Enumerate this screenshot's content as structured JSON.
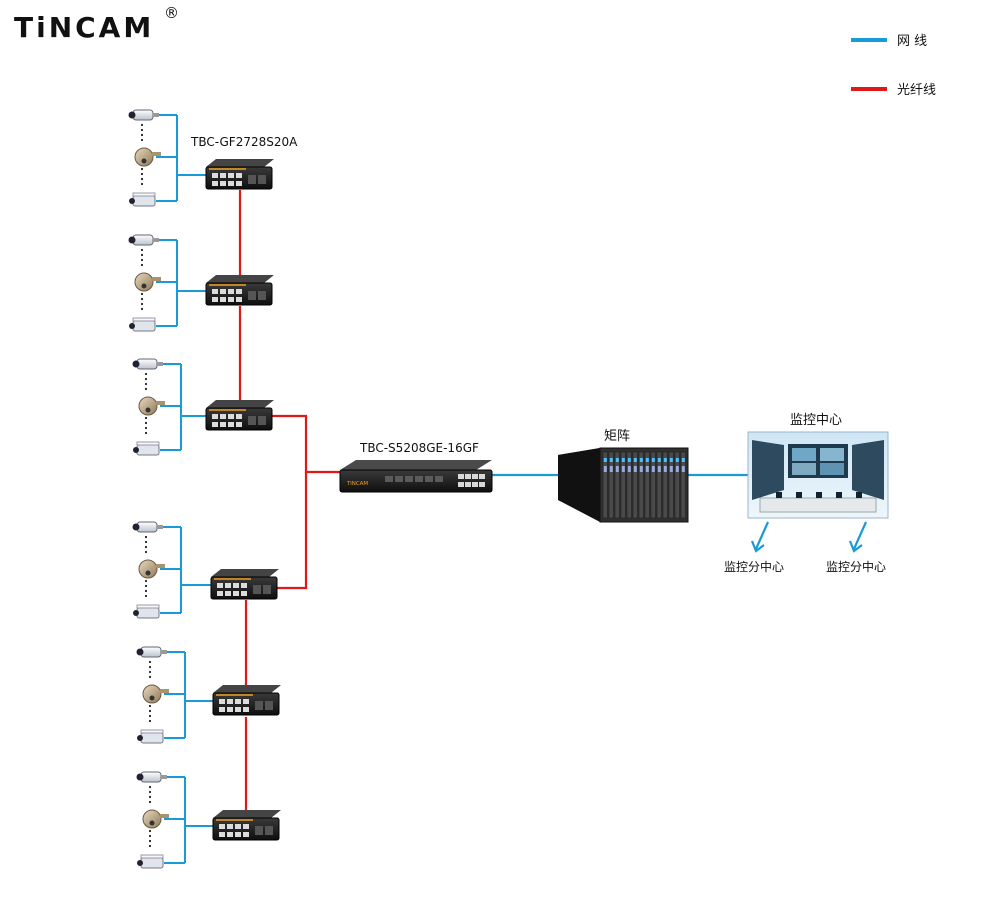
{
  "brand": {
    "name": "TiNCAM",
    "registered_mark": "®"
  },
  "legend": {
    "items": [
      {
        "label": "网 线",
        "color": "#1a9ad6"
      },
      {
        "label": "光纤线",
        "color": "#e01818"
      }
    ]
  },
  "labels": {
    "switch_model": "TBC-GF2728S20A",
    "core_switch_model": "TBC-S5208GE-16GF",
    "matrix": "矩阵",
    "monitor_center": "监控中心",
    "sub_center_left": "监控分中心",
    "sub_center_right": "监控分中心"
  },
  "colors": {
    "ethernet": "#1a9ad6",
    "fiber": "#e01818",
    "device_body": "#1c1c1c",
    "accent": "#f0a020"
  },
  "devices": {
    "switch_groups": 6,
    "cameras_per_group": 3,
    "core_switch_brand": "TiNCAM"
  }
}
